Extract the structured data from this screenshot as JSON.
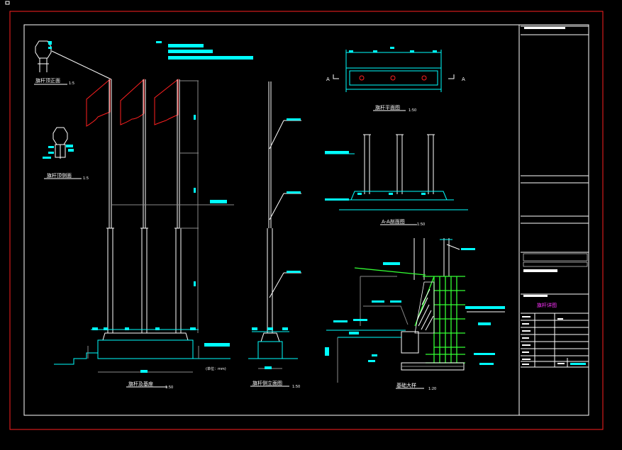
{
  "views": {
    "top_front": {
      "title": "旗杆顶正面",
      "scale": "1:5"
    },
    "top_side": {
      "title": "旗杆顶侧面",
      "scale": "1:5"
    },
    "pole_base": {
      "title": "旗杆及基座",
      "scale": "1:50"
    },
    "pole_side": {
      "title": "旗杆侧立面图",
      "scale": "1:50"
    },
    "plan": {
      "title": "旗杆平面图",
      "scale": "1:50",
      "section_mark": "A"
    },
    "section_aa": {
      "title": "A-A剖面图",
      "scale": "1:50"
    },
    "foundation": {
      "title": "基础大样",
      "scale": "1:20"
    }
  },
  "unit_note": "(单位：mm)",
  "title_block": {
    "drawing_name": "旗杆详图"
  },
  "colors": {
    "background": "#000000",
    "frame": "#ff2020",
    "border": "#ffffff",
    "dimension": "#00ffff",
    "highlight": "#33ff33",
    "flag": "#ff2020"
  }
}
